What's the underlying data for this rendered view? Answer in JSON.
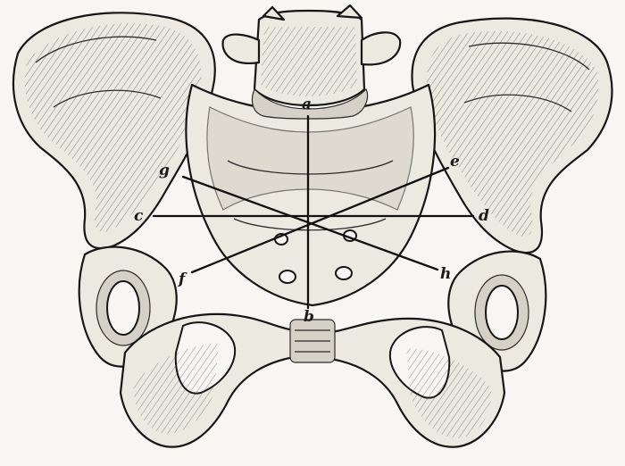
{
  "figure": {
    "points": {
      "a": "a",
      "b": "b",
      "c": "c",
      "d": "d",
      "e": "e",
      "f": "f",
      "g": "g",
      "h": "h"
    },
    "diameters": [
      {
        "from": "a",
        "to": "b"
      },
      {
        "from": "c",
        "to": "d"
      },
      {
        "from": "e",
        "to": "f"
      },
      {
        "from": "g",
        "to": "h"
      }
    ]
  }
}
